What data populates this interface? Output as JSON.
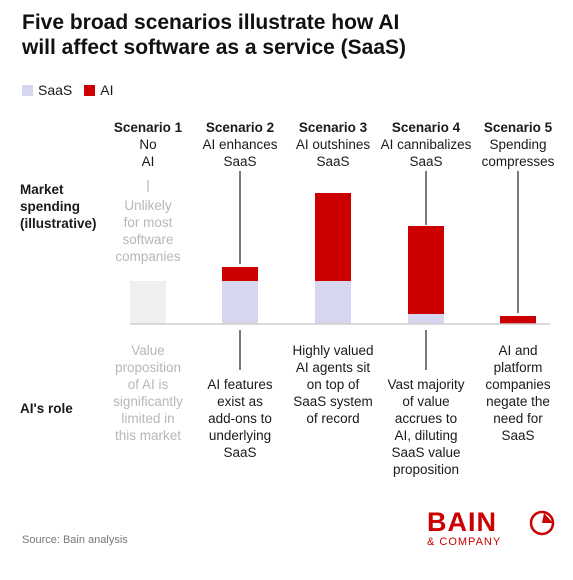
{
  "title_line1": "Five broad scenarios illustrate how AI",
  "title_line2": "will affect software as a service (SaaS)",
  "legend": [
    {
      "name": "SaaS",
      "color": "#d7d6f0"
    },
    {
      "name": "AI",
      "color": "#cc0000"
    }
  ],
  "labels": {
    "market_line1": "Market",
    "market_line2": "spending",
    "market_line3": "(illustrative)",
    "role": "AI's role"
  },
  "scenarios": [
    {
      "name": "Scenario 1",
      "sub1": "No",
      "sub2": "AI",
      "note": [
        "Unlikely",
        "for most",
        "software",
        "companies"
      ],
      "role": [
        "Value",
        "proposition",
        "of AI is",
        "significantly",
        "limited in",
        "this market"
      ]
    },
    {
      "name": "Scenario 2",
      "sub1": "AI enhances",
      "sub2": "SaaS",
      "role": [
        "AI features",
        "exist as",
        "add-ons to",
        "underlying",
        "SaaS"
      ]
    },
    {
      "name": "Scenario 3",
      "sub1": "AI outshines",
      "sub2": "SaaS",
      "role": [
        "Highly valued",
        "AI agents sit",
        "on top of",
        "SaaS system",
        "of record"
      ]
    },
    {
      "name": "Scenario 4",
      "sub1": "AI cannibalizes",
      "sub2": "SaaS",
      "role": [
        "Vast majority",
        "of value",
        "accrues to",
        "AI, diluting",
        "SaaS value",
        "proposition"
      ]
    },
    {
      "name": "Scenario 5",
      "sub1": "Spending",
      "sub2": "compresses",
      "role": [
        "AI and",
        "platform",
        "companies",
        "negate the",
        "need for",
        "SaaS"
      ]
    }
  ],
  "chart_data": {
    "type": "bar",
    "stacked": true,
    "illustrative": true,
    "categories": [
      "Scenario 1",
      "Scenario 2",
      "Scenario 3",
      "Scenario 4",
      "Scenario 5"
    ],
    "series": [
      {
        "name": "SaaS",
        "color": "#d7d6f0",
        "values": [
          0,
          43,
          43,
          10,
          0
        ]
      },
      {
        "name": "AI",
        "color": "#cc0000",
        "values": [
          0,
          14,
          88,
          88,
          8
        ]
      }
    ],
    "placeholder_scenario1": {
      "series": "SaaS",
      "value": 43,
      "color": "#efefef"
    },
    "ylim": [
      0,
      140
    ],
    "xlabel": "",
    "ylabel": "",
    "grid": false,
    "legend_position": "top-left"
  },
  "source": "Source: Bain analysis",
  "logo": {
    "name": "BAIN",
    "sub": "& COMPANY",
    "color": "#cc0000"
  }
}
